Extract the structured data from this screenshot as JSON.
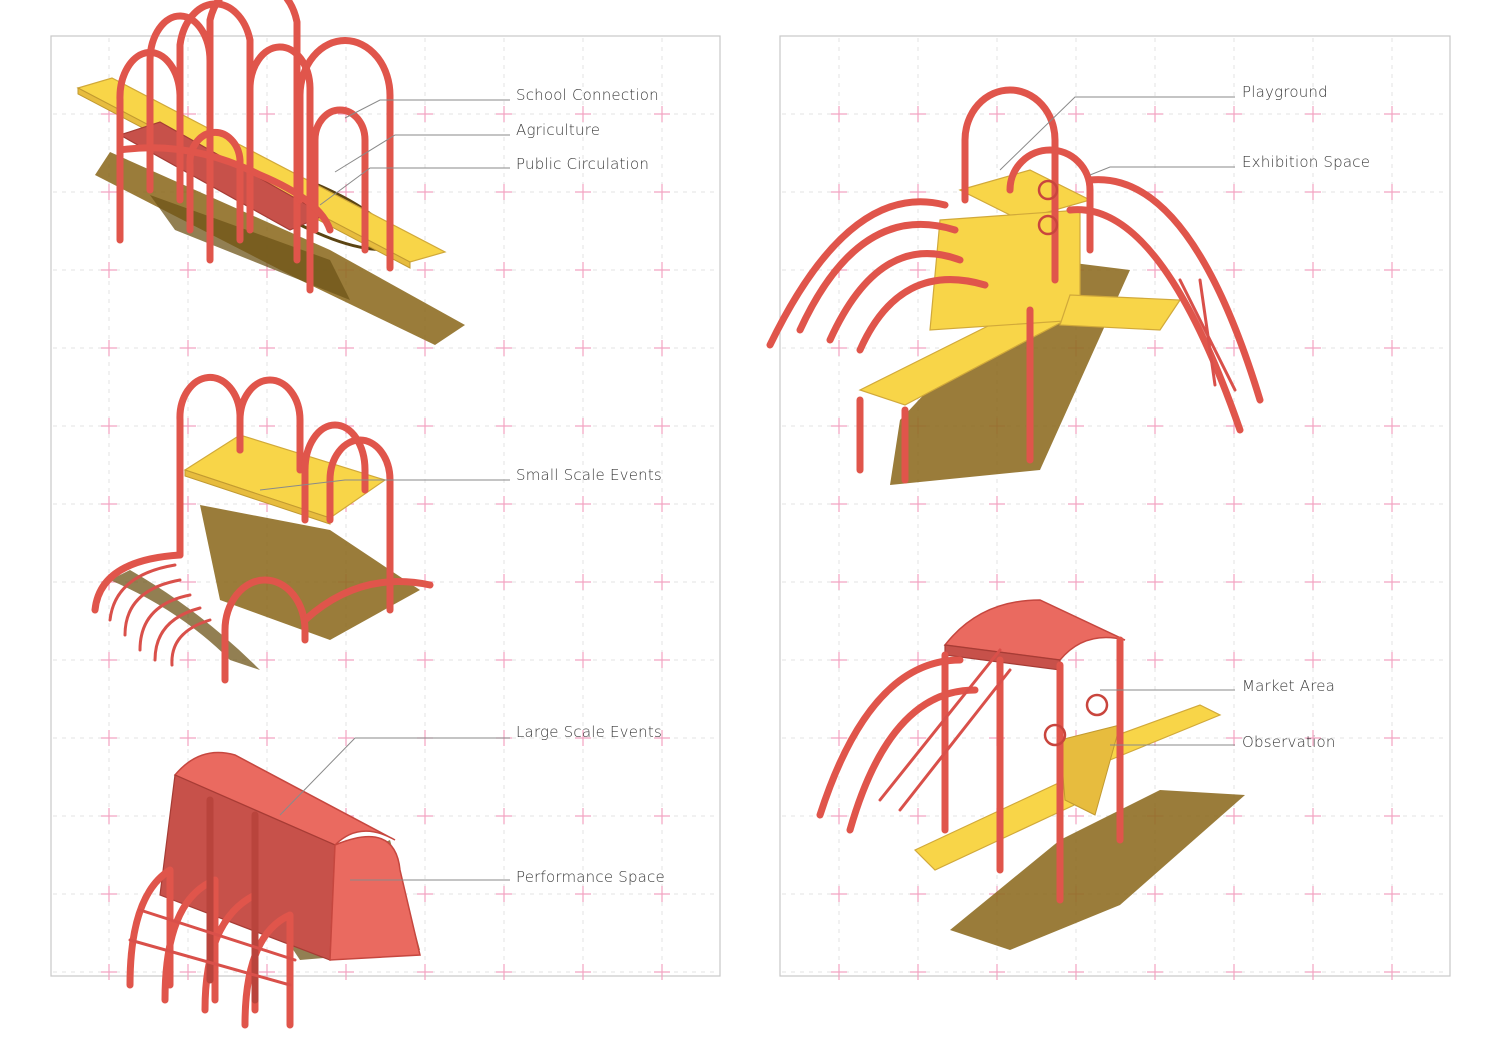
{
  "labels": {
    "school_connection": "School Connection",
    "agriculture": "Agriculture",
    "public_circulation": "Public Circulation",
    "small_scale_events": "Small Scale Events",
    "large_scale_events": "Large Scale Events",
    "performance_space": "Performance Space",
    "playground": "Playground",
    "exhibition_space": "Exhibition Space",
    "market_area": "Market Area",
    "observation": "Observation"
  },
  "colors": {
    "structure": "#e0554b",
    "deck": "#f8d548",
    "shadow": "#8c6a1f",
    "grid_cross": "#f2a3c2",
    "frame": "#c8c8c8"
  }
}
